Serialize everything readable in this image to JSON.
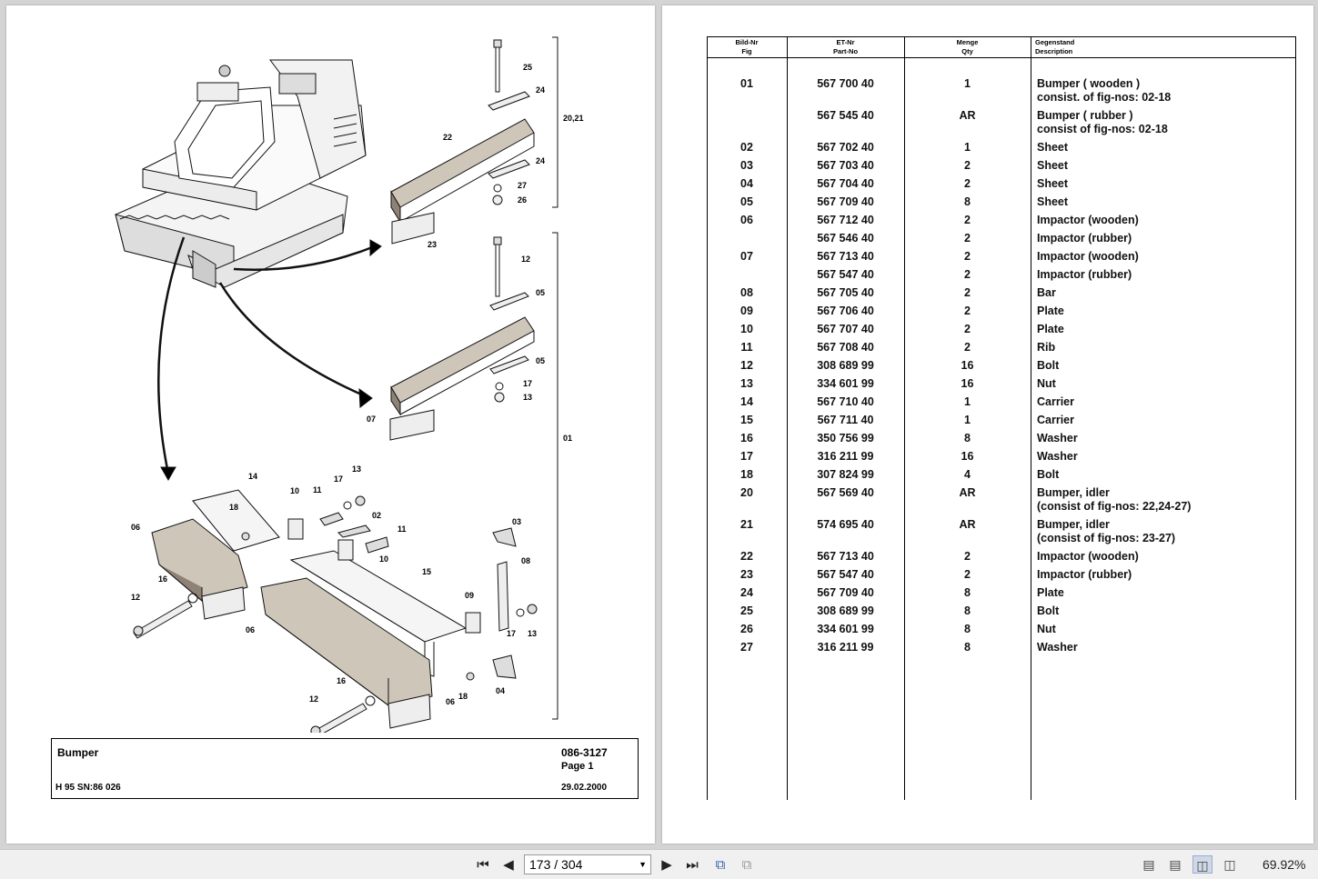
{
  "drawing": {
    "callouts": [
      "25",
      "24",
      "20,21",
      "22",
      "24",
      "27",
      "26",
      "23",
      "12",
      "05",
      "05",
      "17",
      "13",
      "07",
      "01",
      "14",
      "17",
      "13",
      "18",
      "10",
      "11",
      "02",
      "11",
      "10",
      "06",
      "16",
      "12",
      "06",
      "03",
      "15",
      "08",
      "09",
      "17",
      "13",
      "16",
      "12",
      "18",
      "06",
      "04"
    ]
  },
  "titleblock": {
    "title": "Bumper",
    "code": "086-3127",
    "page": "Page 1",
    "model": "H 95 SN:86 026",
    "date": "29.02.2000"
  },
  "table": {
    "headers": {
      "fig_de": "Bild-Nr",
      "fig_en": "Fig",
      "part_de": "ET-Nr",
      "part_en": "Part-No",
      "qty_de": "Menge",
      "qty_en": "Qty",
      "desc_de": "Gegenstand",
      "desc_en": "Description"
    },
    "rows": [
      {
        "fig": "01",
        "part": "567 700 40",
        "qty": "1",
        "desc": "Bumper ( wooden )",
        "desc2": "consist. of fig-nos: 02-18"
      },
      {
        "fig": "",
        "part": "567 545 40",
        "qty": "AR",
        "desc": "Bumper ( rubber )",
        "desc2": "consist of fig-nos: 02-18"
      },
      {
        "fig": "02",
        "part": "567 702 40",
        "qty": "1",
        "desc": "Sheet",
        "desc2": ""
      },
      {
        "fig": "03",
        "part": "567 703 40",
        "qty": "2",
        "desc": "Sheet",
        "desc2": ""
      },
      {
        "fig": "04",
        "part": "567 704 40",
        "qty": "2",
        "desc": "Sheet",
        "desc2": ""
      },
      {
        "fig": "05",
        "part": "567 709 40",
        "qty": "8",
        "desc": "Sheet",
        "desc2": ""
      },
      {
        "fig": "06",
        "part": "567 712 40",
        "qty": "2",
        "desc": "Impactor (wooden)",
        "desc2": ""
      },
      {
        "fig": "",
        "part": "567 546 40",
        "qty": "2",
        "desc": "Impactor (rubber)",
        "desc2": ""
      },
      {
        "fig": "07",
        "part": "567 713 40",
        "qty": "2",
        "desc": "Impactor (wooden)",
        "desc2": ""
      },
      {
        "fig": "",
        "part": "567 547 40",
        "qty": "2",
        "desc": "Impactor (rubber)",
        "desc2": ""
      },
      {
        "fig": "08",
        "part": "567 705 40",
        "qty": "2",
        "desc": "Bar",
        "desc2": ""
      },
      {
        "fig": "09",
        "part": "567 706 40",
        "qty": "2",
        "desc": "Plate",
        "desc2": ""
      },
      {
        "fig": "10",
        "part": "567 707 40",
        "qty": "2",
        "desc": "Plate",
        "desc2": ""
      },
      {
        "fig": "11",
        "part": "567 708 40",
        "qty": "2",
        "desc": "Rib",
        "desc2": ""
      },
      {
        "fig": "12",
        "part": "308 689 99",
        "qty": "16",
        "desc": "Bolt",
        "desc2": ""
      },
      {
        "fig": "13",
        "part": "334 601 99",
        "qty": "16",
        "desc": "Nut",
        "desc2": ""
      },
      {
        "fig": "14",
        "part": "567 710 40",
        "qty": "1",
        "desc": "Carrier",
        "desc2": ""
      },
      {
        "fig": "15",
        "part": "567 711 40",
        "qty": "1",
        "desc": "Carrier",
        "desc2": ""
      },
      {
        "fig": "16",
        "part": "350 756 99",
        "qty": "8",
        "desc": "Washer",
        "desc2": ""
      },
      {
        "fig": "17",
        "part": "316 211 99",
        "qty": "16",
        "desc": "Washer",
        "desc2": ""
      },
      {
        "fig": "18",
        "part": "307 824 99",
        "qty": "4",
        "desc": "Bolt",
        "desc2": ""
      },
      {
        "fig": "20",
        "part": "567 569 40",
        "qty": "AR",
        "desc": "Bumper, idler",
        "desc2": "(consist of fig-nos: 22,24-27)"
      },
      {
        "fig": "21",
        "part": "574 695 40",
        "qty": "AR",
        "desc": "Bumper, idler",
        "desc2": "(consist of fig-nos: 23-27)"
      },
      {
        "fig": "22",
        "part": "567 713 40",
        "qty": "2",
        "desc": "Impactor (wooden)",
        "desc2": ""
      },
      {
        "fig": "23",
        "part": "567 547 40",
        "qty": "2",
        "desc": "Impactor (rubber)",
        "desc2": ""
      },
      {
        "fig": "24",
        "part": "567 709 40",
        "qty": "8",
        "desc": "Plate",
        "desc2": ""
      },
      {
        "fig": "25",
        "part": "308 689 99",
        "qty": "8",
        "desc": "Bolt",
        "desc2": ""
      },
      {
        "fig": "26",
        "part": "334 601 99",
        "qty": "8",
        "desc": "Nut",
        "desc2": ""
      },
      {
        "fig": "27",
        "part": "316 211 99",
        "qty": "8",
        "desc": "Washer",
        "desc2": ""
      }
    ]
  },
  "viewer": {
    "page_value": "173 / 304",
    "zoom": "69.92%",
    "icons": {
      "first": "first-page-icon",
      "prev": "previous-page-icon",
      "next": "next-page-icon",
      "last": "last-page-icon",
      "back": "back-view-icon",
      "forward": "forward-view-icon"
    }
  }
}
